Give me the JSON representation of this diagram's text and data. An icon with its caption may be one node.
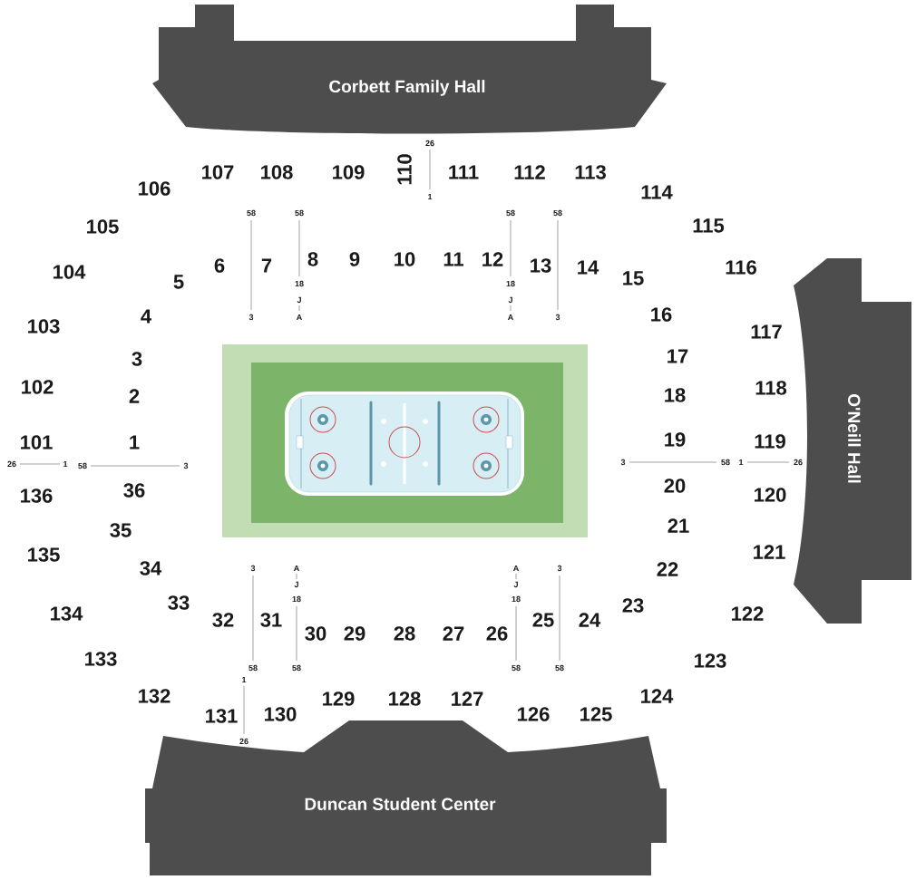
{
  "diagram": {
    "nodes": [
      {
        "text": [
          "Corbett Family Hall"
        ]
      },
      {
        "text": [
          "O'Neill Hall"
        ]
      },
      {
        "text": [
          "Duncan Student Center"
        ]
      }
    ],
    "labels": [
      "26",
      "107",
      "108",
      "109",
      "110",
      "111",
      "112",
      "113",
      "106",
      "1",
      "114",
      "58",
      "58",
      "58",
      "58",
      "105",
      "115",
      "104",
      "5",
      "6",
      "7",
      "8",
      "9",
      "10",
      "11",
      "12",
      "13",
      "14",
      "15",
      "116",
      "18",
      "18",
      "J",
      "J",
      "4",
      "3",
      "A",
      "A",
      "3",
      "16",
      "103",
      "117",
      "3",
      "17",
      "102",
      "118",
      "2",
      "18",
      "101",
      "1",
      "19",
      "119",
      "26",
      "1",
      "58",
      "3",
      "3",
      "58",
      "1",
      "26",
      "136",
      "36",
      "20",
      "120",
      "135",
      "35",
      "21",
      "121",
      "34",
      "3",
      "A",
      "A",
      "3",
      "22",
      "J",
      "J",
      "18",
      "18",
      "134",
      "33",
      "23",
      "122",
      "32",
      "31",
      "25",
      "24",
      "30",
      "29",
      "28",
      "27",
      "26",
      "133",
      "58",
      "58",
      "58",
      "58",
      "123",
      "1",
      "132",
      "131",
      "130",
      "129",
      "128",
      "127",
      "126",
      "125",
      "124",
      "26"
    ]
  }
}
